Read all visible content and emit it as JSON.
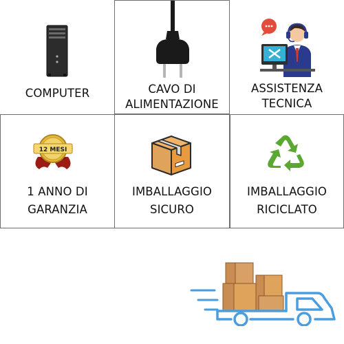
{
  "cards": [
    {
      "id": "computer",
      "lines": [
        "COMPUTER"
      ],
      "icon": "desktop-tower-icon"
    },
    {
      "id": "power-cable",
      "lines": [
        "CAVO DI",
        "ALIMENTAZIONE"
      ],
      "icon": "power-plug-icon"
    },
    {
      "id": "tech-support",
      "lines": [
        "ASSISTENZA",
        "TECNICA"
      ],
      "icon": "support-agent-icon"
    },
    {
      "id": "warranty",
      "lines": [
        "1 ANNO DI",
        "GARANZIA"
      ],
      "icon": "warranty-badge-icon",
      "badge_text": "12 MESI"
    },
    {
      "id": "safe-packaging",
      "lines": [
        "IMBALLAGGIO",
        "SICURO"
      ],
      "icon": "cardboard-box-icon"
    },
    {
      "id": "recycled-packaging",
      "lines": [
        "IMBALLAGGIO",
        "RICICLATO"
      ],
      "icon": "recycle-icon"
    }
  ],
  "delivery": {
    "icon": "delivery-truck-icon"
  },
  "colors": {
    "border": "#6e6e6e",
    "text": "#111111",
    "recycle_green": "#5aa832",
    "box_brown": "#e0a35c",
    "truck_blue": "#4a9ee0",
    "badge_gold": "#e3b93a",
    "ribbon_red": "#9b1c14"
  }
}
